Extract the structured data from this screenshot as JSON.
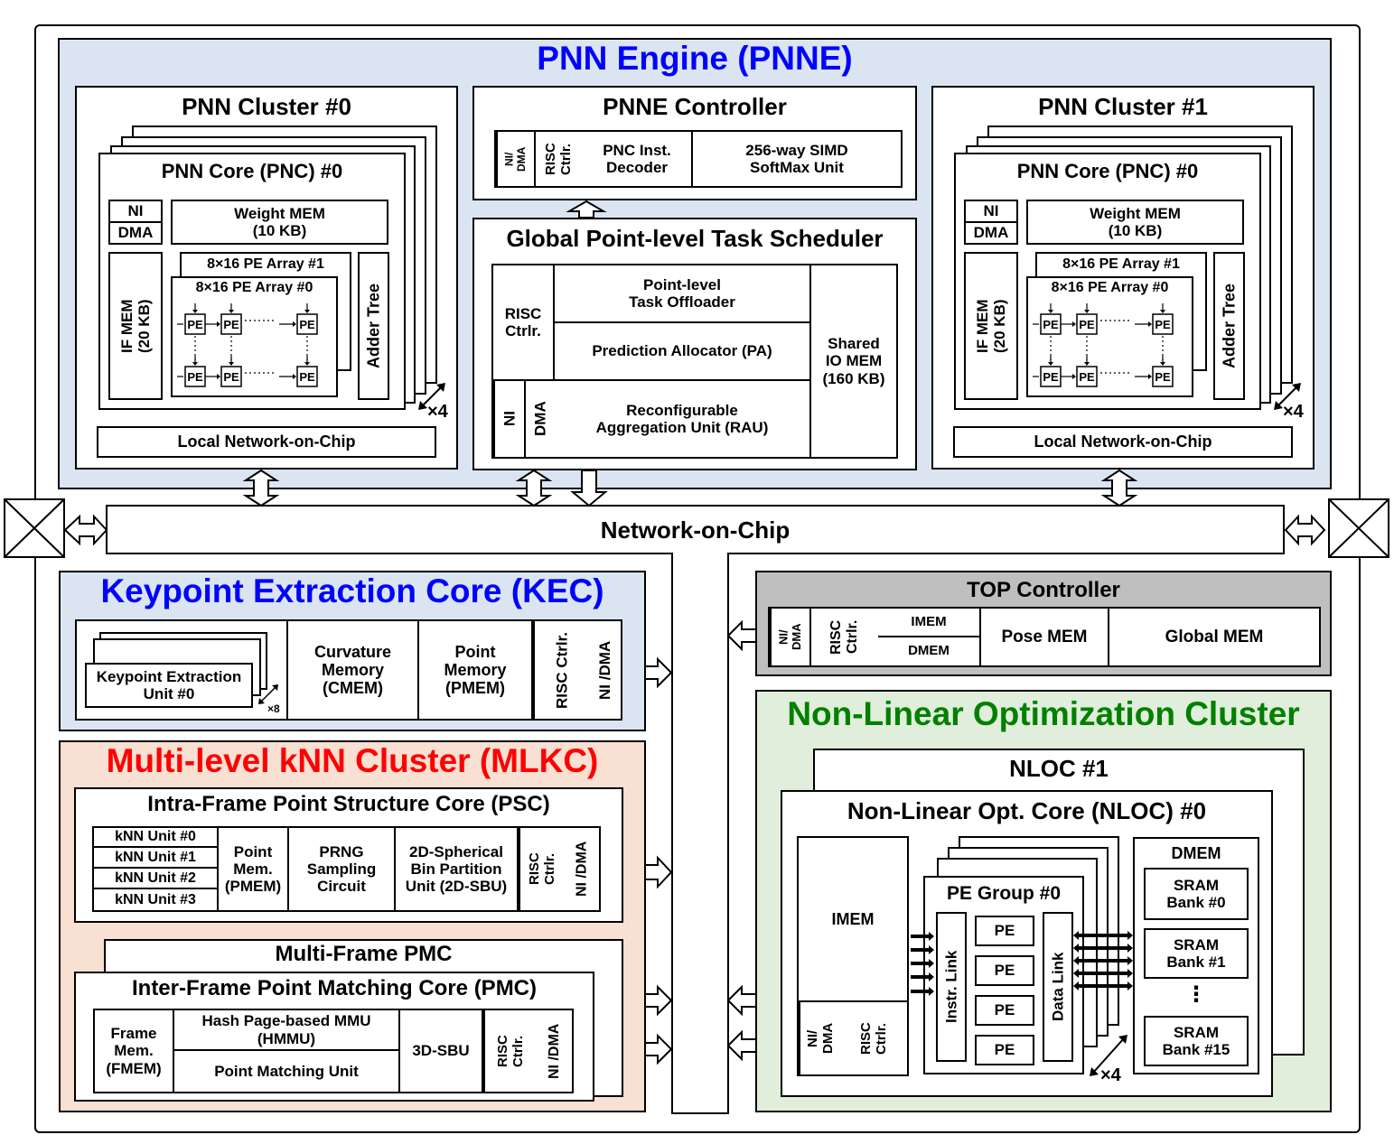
{
  "pnne": {
    "title": "PNN Engine (PNNE)",
    "cluster_titles": [
      "PNN Cluster #0",
      "PNN Cluster #1"
    ],
    "core_title": "PNN Core (PNC) #0",
    "ni": "NI",
    "dma": "DMA",
    "weight_mem": "Weight MEM\n(10 KB)",
    "if_mem": "IF MEM\n(20 KB)",
    "pe_array_1": "8×16 PE Array #1",
    "pe_array_0": "8×16 PE Array #0",
    "pe": "PE",
    "dots": "···",
    "adder_tree": "Adder Tree",
    "times4": "×4",
    "local_noc": "Local Network-on-Chip",
    "controller": {
      "title": "PNNE Controller",
      "ni_dma": "NI/\nDMA",
      "risc": "RISC\nCtrlr.",
      "decoder": "PNC Inst.\nDecoder",
      "softmax": "256-way SIMD\nSoftMax Unit"
    },
    "scheduler": {
      "title": "Global Point-level Task Scheduler",
      "risc": "RISC\nCtrlr.",
      "offloader": "Point-level\nTask Offloader",
      "pa": "Prediction Allocator (PA)",
      "ni": "NI",
      "dma": "DMA",
      "rau": "Reconfigurable\nAggregation Unit (RAU)",
      "io_mem": "Shared\nIO MEM\n(160 KB)"
    }
  },
  "noc": {
    "label": "Network-on-Chip"
  },
  "kec": {
    "title": "Keypoint Extraction Core (KEC)",
    "keu": "Keypoint Extraction\nUnit #0",
    "times8": "×8",
    "cmem": "Curvature\nMemory\n(CMEM)",
    "pmem": "Point\nMemory\n(PMEM)",
    "risc": "RISC Ctrlr.",
    "ni_dma": "NI /DMA"
  },
  "mlkc": {
    "title": "Multi-level kNN Cluster (MLKC)",
    "psc": {
      "title": "Intra-Frame Point Structure Core (PSC)",
      "knn_units": [
        "kNN Unit #0",
        "kNN Unit #1",
        "kNN Unit #2",
        "kNN Unit #3"
      ],
      "pmem": "Point\nMem.\n(PMEM)",
      "prng": "PRNG\nSampling\nCircuit",
      "sbu2d": "2D-Spherical\nBin Partition\nUnit (2D-SBU)",
      "risc": "RISC\nCtrlr.",
      "ni_dma": "NI /DMA"
    },
    "pmc": {
      "multi_title": "Multi-Frame PMC",
      "title": "Inter-Frame Point Matching Core (PMC)",
      "fmem": "Frame\nMem.\n(FMEM)",
      "hmmu": "Hash Page-based MMU\n(HMMU)",
      "pmu": "Point Matching Unit",
      "sbu3d": "3D-SBU",
      "risc": "RISC\nCtrlr.",
      "ni_dma": "NI /DMA"
    }
  },
  "top": {
    "title": "TOP Controller",
    "ni_dma": "NI/\nDMA",
    "risc": "RISC\nCtrlr.",
    "imem": "IMEM",
    "dmem": "DMEM",
    "pose_mem": "Pose MEM",
    "global_mem": "Global MEM"
  },
  "nloc": {
    "title": "Non-Linear Optimization Cluster",
    "nloc1": "NLOC #1",
    "core_title": "Non-Linear Opt. Core (NLOC) #0",
    "imem": "IMEM",
    "ni_dma": "NI/\nDMA",
    "risc": "RISC\nCtrlr.",
    "pe_group": "PE Group #0",
    "instr_link": "Instr. Link",
    "data_link": "Data Link",
    "pe": "PE",
    "times4": "×4",
    "dmem_title": "DMEM",
    "bank0": "SRAM\nBank #0",
    "bank1": "SRAM\nBank #1",
    "vdots": "⋮",
    "bank15": "SRAM\nBank #15"
  },
  "colors": {
    "pnne_bg": "#dbe5f1",
    "kec_bg": "#dbe5f1",
    "mlkc_bg": "#f8e0d3",
    "nloc_bg": "#e1eedb",
    "top_bg": "#bfbfbf",
    "blue_title": "#0000ff",
    "red_title": "#ff0000",
    "green_title": "#008000"
  }
}
